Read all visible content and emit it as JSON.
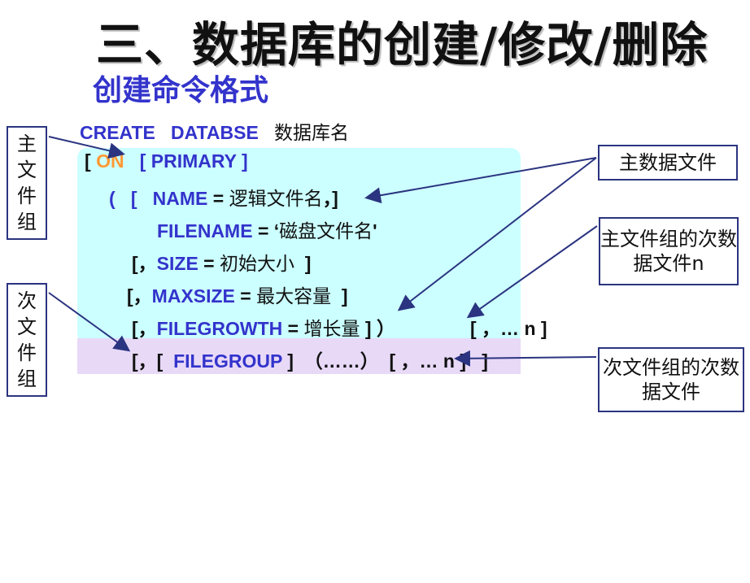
{
  "header": {
    "title": "三、数据库的创建/修改/删除",
    "subtitle": "创建命令格式"
  },
  "syntax": {
    "line1": {
      "kw1": "CREATE",
      "kw2": "DATABSE",
      "cjk": "数据库名"
    },
    "line2": {
      "open": "[",
      "on": "ON",
      "rest": "[ PRIMARY ]"
    },
    "line3": {
      "pre": "(   [",
      "kw": "NAME",
      "eq": " = ",
      "cjk": "逻辑文件名",
      "post": "，]"
    },
    "line4": {
      "kw": "FILENAME",
      "eq": " = ‘",
      "cjk": "磁盘文件名",
      "post": "'"
    },
    "line5": {
      "pre": "[，",
      "kw": "SIZE",
      "eq": " = ",
      "cjk": "初始大小",
      "post": "  ]"
    },
    "line6": {
      "pre": "[，",
      "kw": "MAXSIZE",
      "eq": " = ",
      "cjk": "最大容量",
      "post": "  ]"
    },
    "line7": {
      "pre": "[，",
      "kw": "FILEGROWTH",
      "eq": " = ",
      "cjk": "增长量",
      "post": " ] ）",
      "tail": "[ ，… n ]"
    },
    "line8": {
      "pre": "[，[",
      "kw": "FILEGROUP",
      "post": " ]  （……）  [ ，… n ]   ]"
    }
  },
  "callouts": {
    "primary_group": "主文件组",
    "secondary_group": "次文件组",
    "primary_data_file": "主数据文件",
    "primary_group_secondary_files": "主文件组的次数据文件n",
    "secondary_group_secondary_files": "次文件组的次数据文件"
  },
  "colors": {
    "keyword": "#3333cc",
    "on_keyword": "#ff9933",
    "panel_cyan": "#ccffff",
    "panel_lilac": "#e8d9f7",
    "arrow": "#2b3480"
  }
}
